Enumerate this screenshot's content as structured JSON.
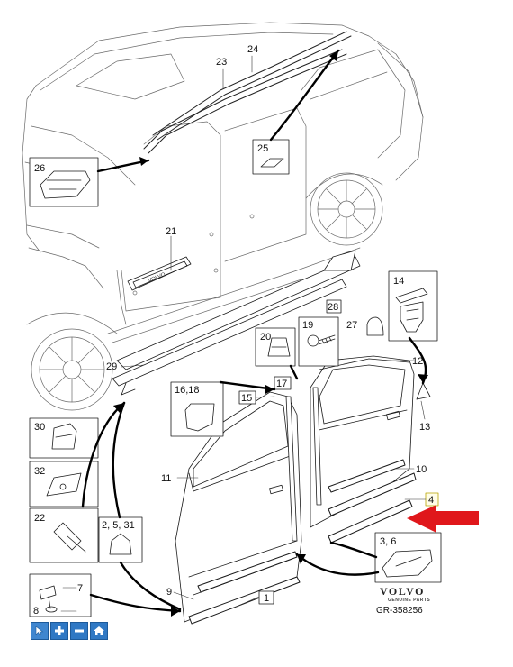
{
  "diagram": {
    "callouts": {
      "c1": "1",
      "c4": "4",
      "c7": "7",
      "c8": "8",
      "c9": "9",
      "c10": "10",
      "c11": "11",
      "c12": "12",
      "c13": "13",
      "c14": "14",
      "c15": "15",
      "c16_18": "16,18",
      "c17": "17",
      "c19": "19",
      "c20": "20",
      "c21": "21",
      "c2_5_31": "2, 5, 31",
      "c22": "22",
      "c23": "23",
      "c24": "24",
      "c25": "25",
      "c26": "26",
      "c27": "27",
      "c28": "28",
      "c29": "29",
      "c30": "30",
      "c32": "32",
      "c3_6": "3, 6"
    },
    "sill_plate_text": "VOLVO",
    "logo": {
      "brand": "VOLVO",
      "sub": "GENUINE PARTS"
    },
    "reference": "GR-358256",
    "highlight_color": "#e0171b"
  },
  "toolbar": {
    "pointer_icon": "pointer-icon",
    "zoom_in_icon": "zoom-in-icon",
    "zoom_out_icon": "zoom-out-icon",
    "home_icon": "home-icon"
  }
}
